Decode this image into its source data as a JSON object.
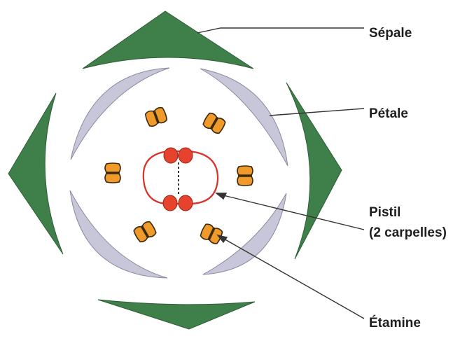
{
  "labels": {
    "sepal": "Sépale",
    "petal": "Pétale",
    "pistil_line1": "Pistil",
    "pistil_line2": "(2 carpelles)",
    "stamen": "Étamine"
  },
  "colors": {
    "sepal_fill": "#3f7f4a",
    "petal_fill": "#c7c7d9",
    "stamen_fill": "#ef9a2a",
    "carpel_fill": "#e5432d",
    "pistil_outline": "#d9322a",
    "leader_line": "#333333"
  }
}
